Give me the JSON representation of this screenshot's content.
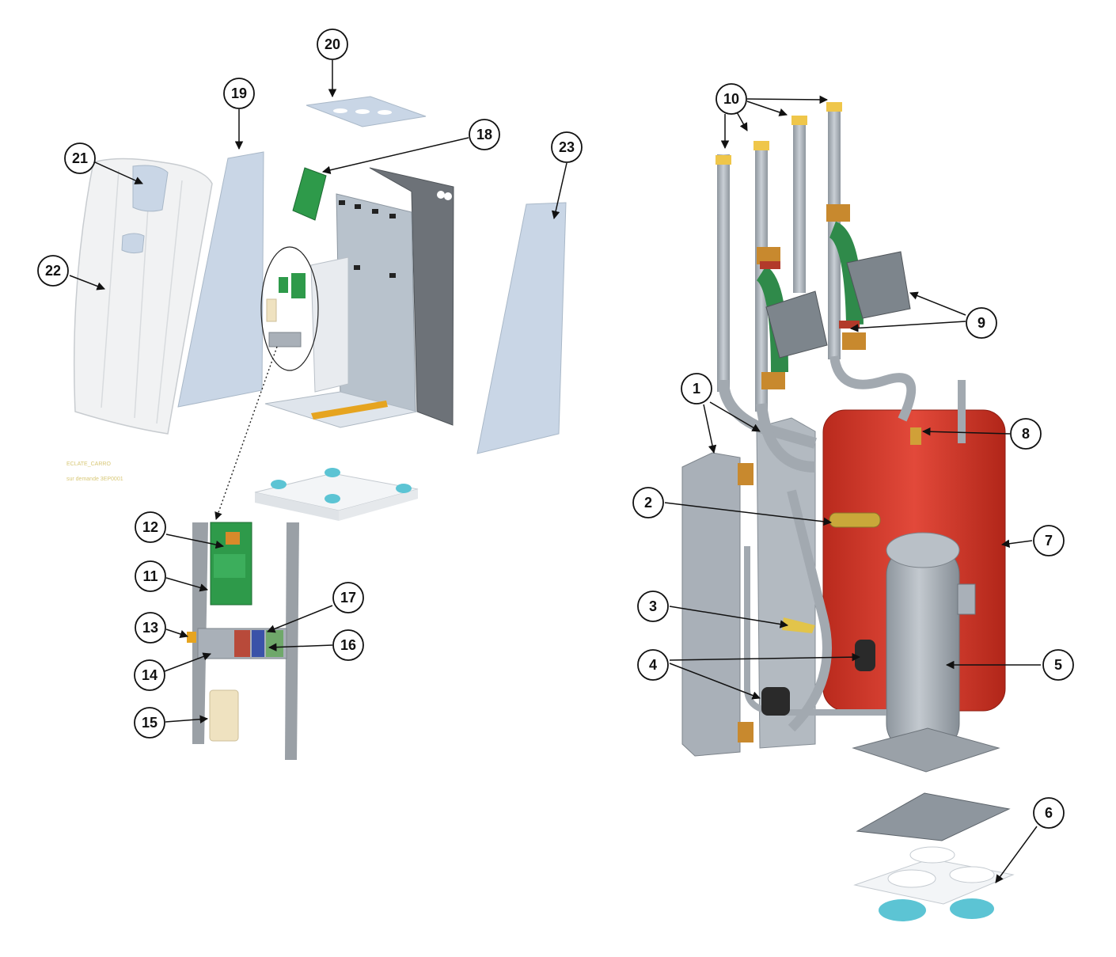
{
  "colors": {
    "panel_blue": "#c9d6e6",
    "metal_grey": "#a9b0b8",
    "dark_grey": "#6d7278",
    "pcb_green": "#2e9a4a",
    "tank_red": "#d63a2a",
    "brass": "#c8892e",
    "pump_green": "#2f8a4a",
    "foot_cyan": "#5cc4d4",
    "capacitor": "#efe2c0",
    "callout_stroke": "#111111"
  },
  "drawing_note": {
    "line1": "ECLATE_CARRO",
    "line2": "sur demande 3EP0001"
  },
  "callouts": {
    "c1": "1",
    "c2": "2",
    "c3": "3",
    "c4": "4",
    "c5": "5",
    "c6": "6",
    "c7": "7",
    "c8": "8",
    "c9": "9",
    "c10": "10",
    "c11": "11",
    "c12": "12",
    "c13": "13",
    "c14": "14",
    "c15": "15",
    "c16": "16",
    "c17": "17",
    "c18": "18",
    "c19": "19",
    "c20": "20",
    "c21": "21",
    "c22": "22",
    "c23": "23"
  }
}
